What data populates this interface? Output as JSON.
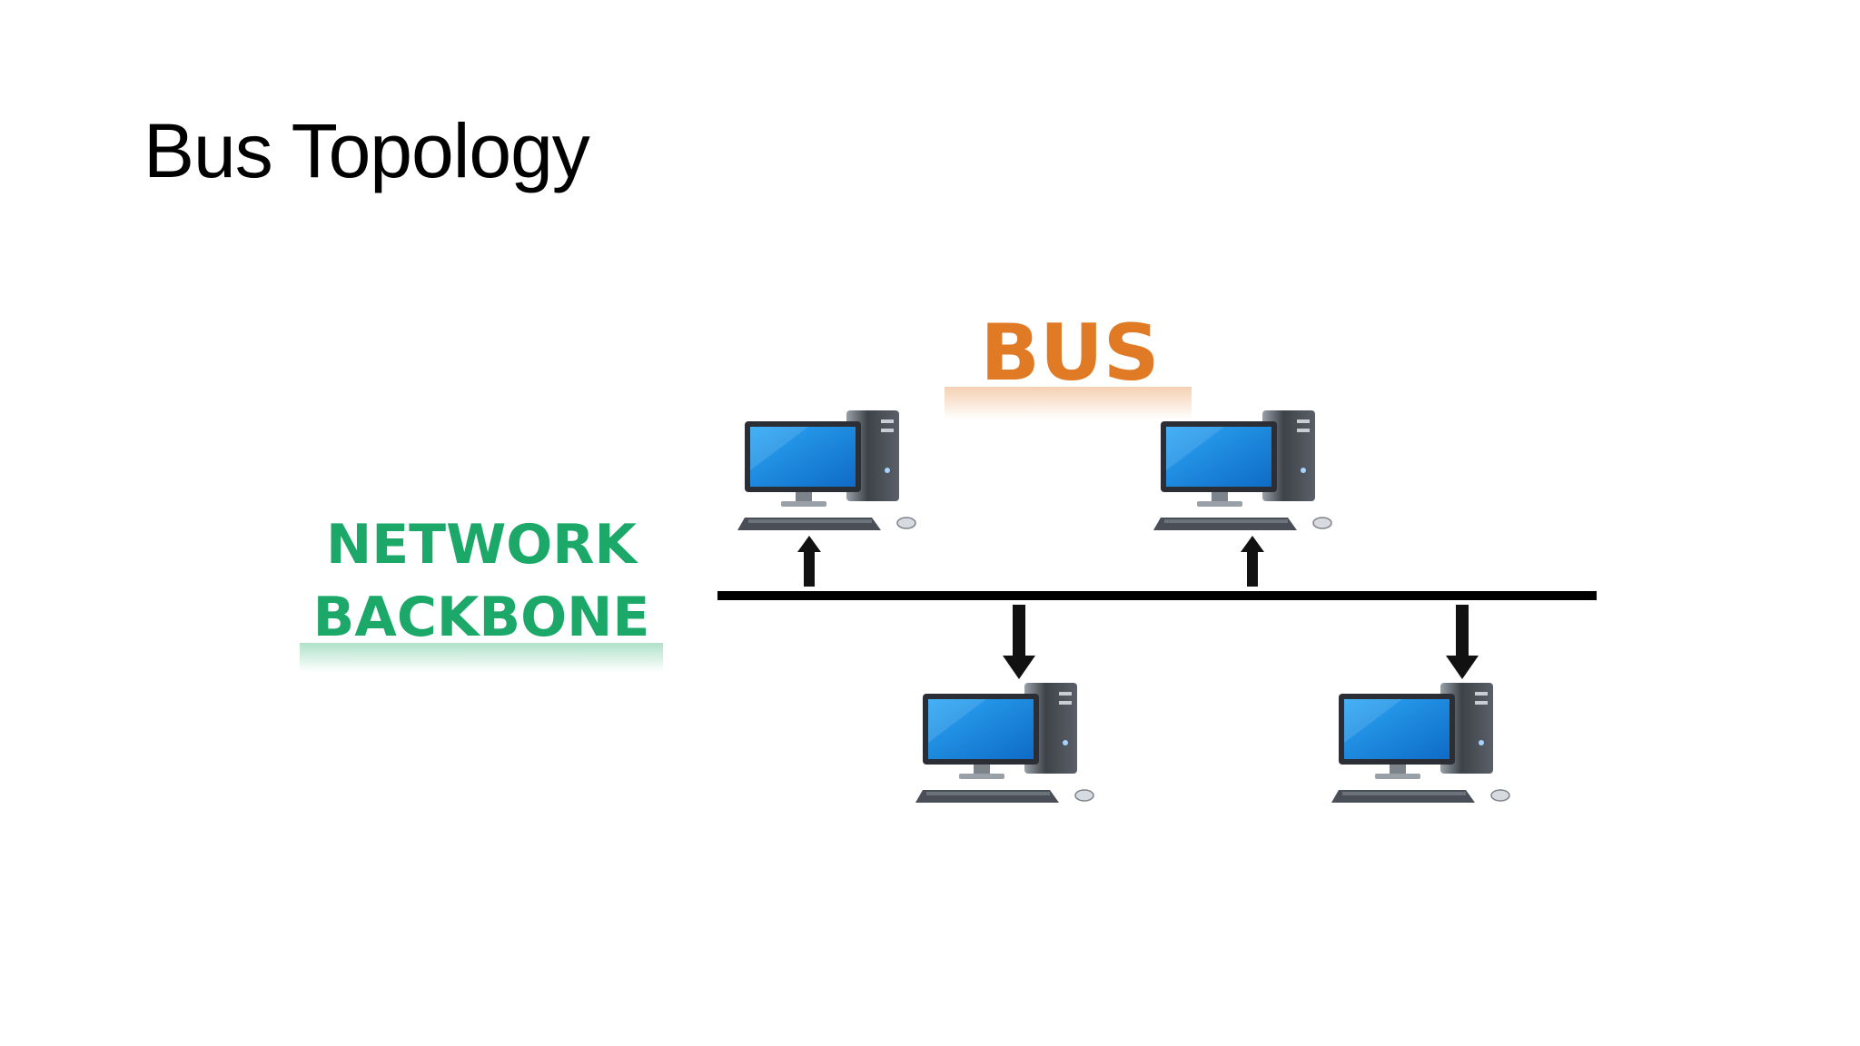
{
  "slide": {
    "title": "Bus Topology"
  },
  "diagram": {
    "bus_label": "BUS",
    "backbone_label_line1": "NETWORK",
    "backbone_label_line2": "BACKBONE",
    "colors": {
      "bus_label": "#E07A24",
      "backbone_label": "#1BA868",
      "backbone_line": "#000000",
      "screen": "#1E8FE0",
      "tower": "#4A4F57"
    },
    "nodes": [
      {
        "id": "pc-top-left",
        "side": "above"
      },
      {
        "id": "pc-top-right",
        "side": "above"
      },
      {
        "id": "pc-bottom-left",
        "side": "below"
      },
      {
        "id": "pc-bottom-right",
        "side": "below"
      }
    ]
  }
}
